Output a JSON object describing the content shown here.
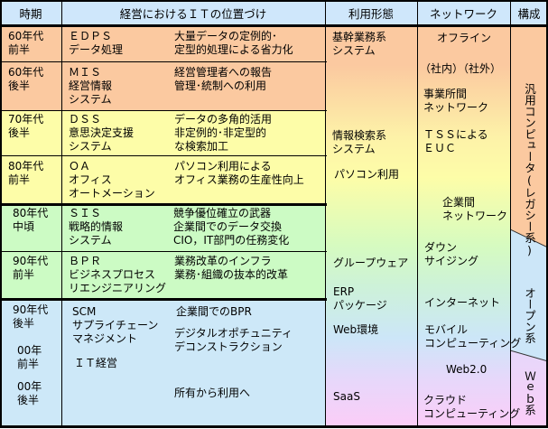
{
  "header": {
    "period": "時期",
    "it_position": "経営におけるＩＴの位置づけ",
    "usage": "利用形態",
    "network": "ネットワーク",
    "config": "構成"
  },
  "rows": [
    {
      "period": "60年代\n前半",
      "system": "ＥＤＰＳ\nデータ処理",
      "desc": "大量データの定例的･\n定型的処理による省力化"
    },
    {
      "period": "60年代\n後半",
      "system": "ＭＩＳ\n経営情報\nシステム",
      "desc": "経営管理者への報告\n管理･統制への利用"
    },
    {
      "period": "70年代\n後半",
      "system": "ＤＳＳ\n意思決定支援\nシステム",
      "desc": "データの多角的活用\n非定例的･非定型的\nな検索加工"
    },
    {
      "period": "80年代\n前半",
      "system": "ＯＡ\nオフィス\nオートメーション",
      "desc": "パソコン利用による\nオフィス業務の生産性向上"
    },
    {
      "period": "80年代\n中頃",
      "system": "ＳＩＳ\n戦略的情報\nシステム",
      "desc": "競争優位確立の武器\n企業間でのデータ交換\nCIO，IT部門の任務変化"
    },
    {
      "period": "90年代\n前半",
      "system": "ＢＰＲ\nビジネスプロセス\nリエンジニアリング",
      "desc": "業務改革のインフラ\n業務･組織の抜本的改革"
    }
  ],
  "last": {
    "p1": "90年代\n後半",
    "p2": "00年\n前半",
    "p3": "00年\n後半",
    "scm": "SCM\nサプライチェーン\nマネジメント",
    "itkeiei": "ＩＴ経営",
    "d1": "企業間でのBPR",
    "d2": "デジタルオポチュニティ\nデコンストラクション",
    "d3": "所有から利用へ"
  },
  "usage": [
    "基幹業務系\nシステム",
    "情報検索系\nシステム",
    "パソコン利用",
    "グループウェア",
    "ERP\nパッケージ",
    "Web環境",
    "SaaS"
  ],
  "network": [
    "オフライン",
    "（社内）（社外）",
    "事業所間\nネットワーク",
    "ＴＳＳによる\nＥＵＣ",
    "企業間\nネットワーク",
    "ダウン\nサイジング",
    "インターネット",
    "モバイル\nコンピューティング",
    "Web2.0",
    "クラウド\nコンピューティング"
  ],
  "config": [
    "汎用コンピュータ(レガシー系)",
    "オープン系",
    "Ｗｅｂ系"
  ]
}
